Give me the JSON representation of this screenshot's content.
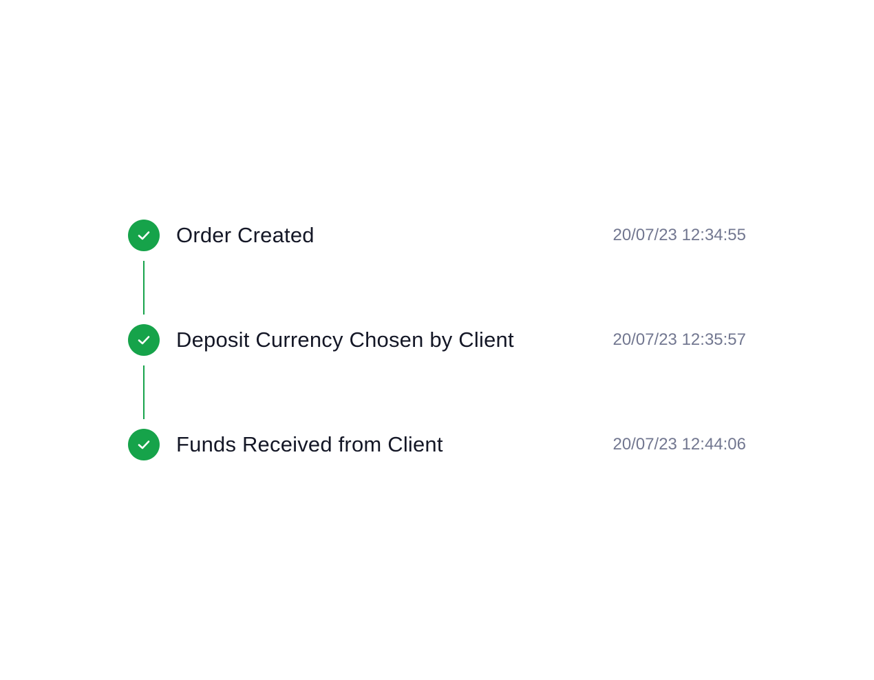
{
  "accent_color": "#16a34a",
  "steps": [
    {
      "label": "Order Created",
      "timestamp": "20/07/23 12:34:55",
      "icon": "check-circle-icon",
      "status": "completed"
    },
    {
      "label": "Deposit Currency Chosen by Client",
      "timestamp": "20/07/23 12:35:57",
      "icon": "check-circle-icon",
      "status": "completed"
    },
    {
      "label": "Funds Received from Client",
      "timestamp": "20/07/23 12:44:06",
      "icon": "check-circle-icon",
      "status": "completed"
    }
  ]
}
